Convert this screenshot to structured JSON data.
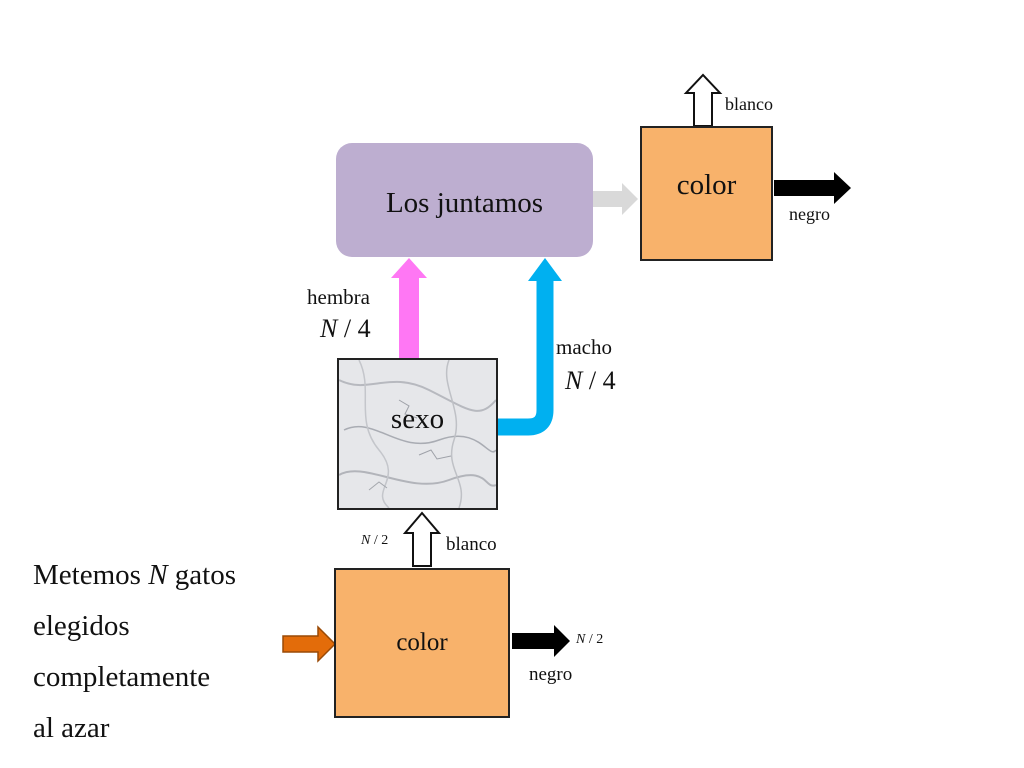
{
  "boxes": {
    "juntamos": "Los juntamos",
    "color_top": "color",
    "sexo": "sexo",
    "color_bottom": "color"
  },
  "labels": {
    "top_blanco": "blanco",
    "top_negro": "negro",
    "hembra": "hembra",
    "hembra_n": "N",
    "hembra_frac": "/ 4",
    "macho": "macho",
    "macho_n": "N",
    "macho_frac": "/ 4",
    "sexo_in_n": "N",
    "sexo_in_frac": "/ 2",
    "bottom_blanco": "blanco",
    "bottom_negro": "negro",
    "bottom_out_n": "N",
    "bottom_out_frac": "/ 2"
  },
  "intro": {
    "line1_a": "Metemos ",
    "line1_n": "N",
    "line1_b": " gatos",
    "line2": "elegidos",
    "line3": "completamente",
    "line4": "al azar"
  },
  "colors": {
    "juntamos_fill": "#bdaed0",
    "color_fill": "#f8b26b",
    "hembra_arrow": "#ff77f4",
    "macho_arrow": "#00b0f0",
    "input_arrow": "#e36c0a",
    "gray_arrow": "#d9d9d9",
    "black_arrow": "#000000"
  }
}
